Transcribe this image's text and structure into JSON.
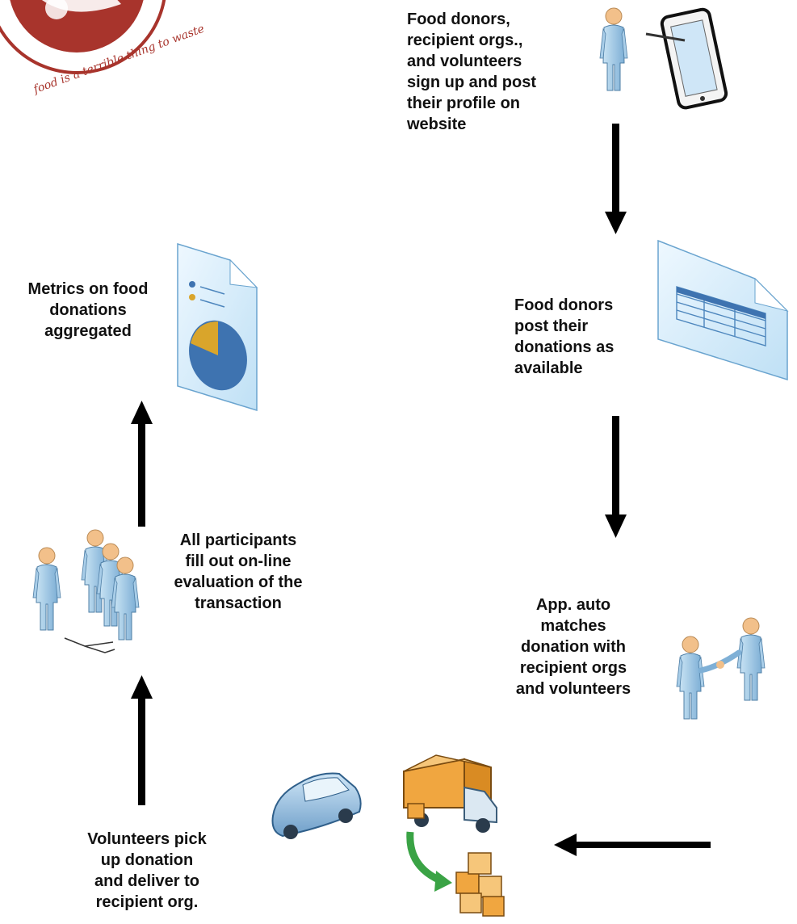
{
  "logo": {
    "circle_text": "...te food is a terrible thing to waste",
    "colors": {
      "logo_red": "#a8342c"
    }
  },
  "steps": [
    {
      "id": "signup",
      "label": "Food donors,\nrecipient orgs.,\nand volunteers\nsign up  and post\ntheir profile on\nwebsite",
      "icon": "person-with-tablet"
    },
    {
      "id": "post",
      "label": "Food donors\npost their\ndonations as\navailable",
      "icon": "spreadsheet-document"
    },
    {
      "id": "match",
      "label": "App. auto\nmatches\ndonation with\nrecipient orgs\nand volunteers",
      "icon": "handshake-people"
    },
    {
      "id": "deliver",
      "label": "Volunteers pick\nup donation\nand deliver to\nrecipient org.",
      "icon": "car-and-truck"
    },
    {
      "id": "evaluate",
      "label": "All participants\nfill out on-line\nevaluation of the\ntransaction",
      "icon": "group-of-people"
    },
    {
      "id": "metrics",
      "label": "Metrics on food\ndonations\naggregated",
      "icon": "pie-chart-report"
    }
  ],
  "colors": {
    "person_fill": "#9cc7e4",
    "person_dark": "#5a8fb8",
    "skin": "#f2c08a",
    "doc_fill": "#dcefff",
    "pie_blue": "#3e73b0",
    "pie_gold": "#d9a52b",
    "box_orange": "#f0a640",
    "arrow": "#000000",
    "green_arrow": "#3aa345"
  }
}
